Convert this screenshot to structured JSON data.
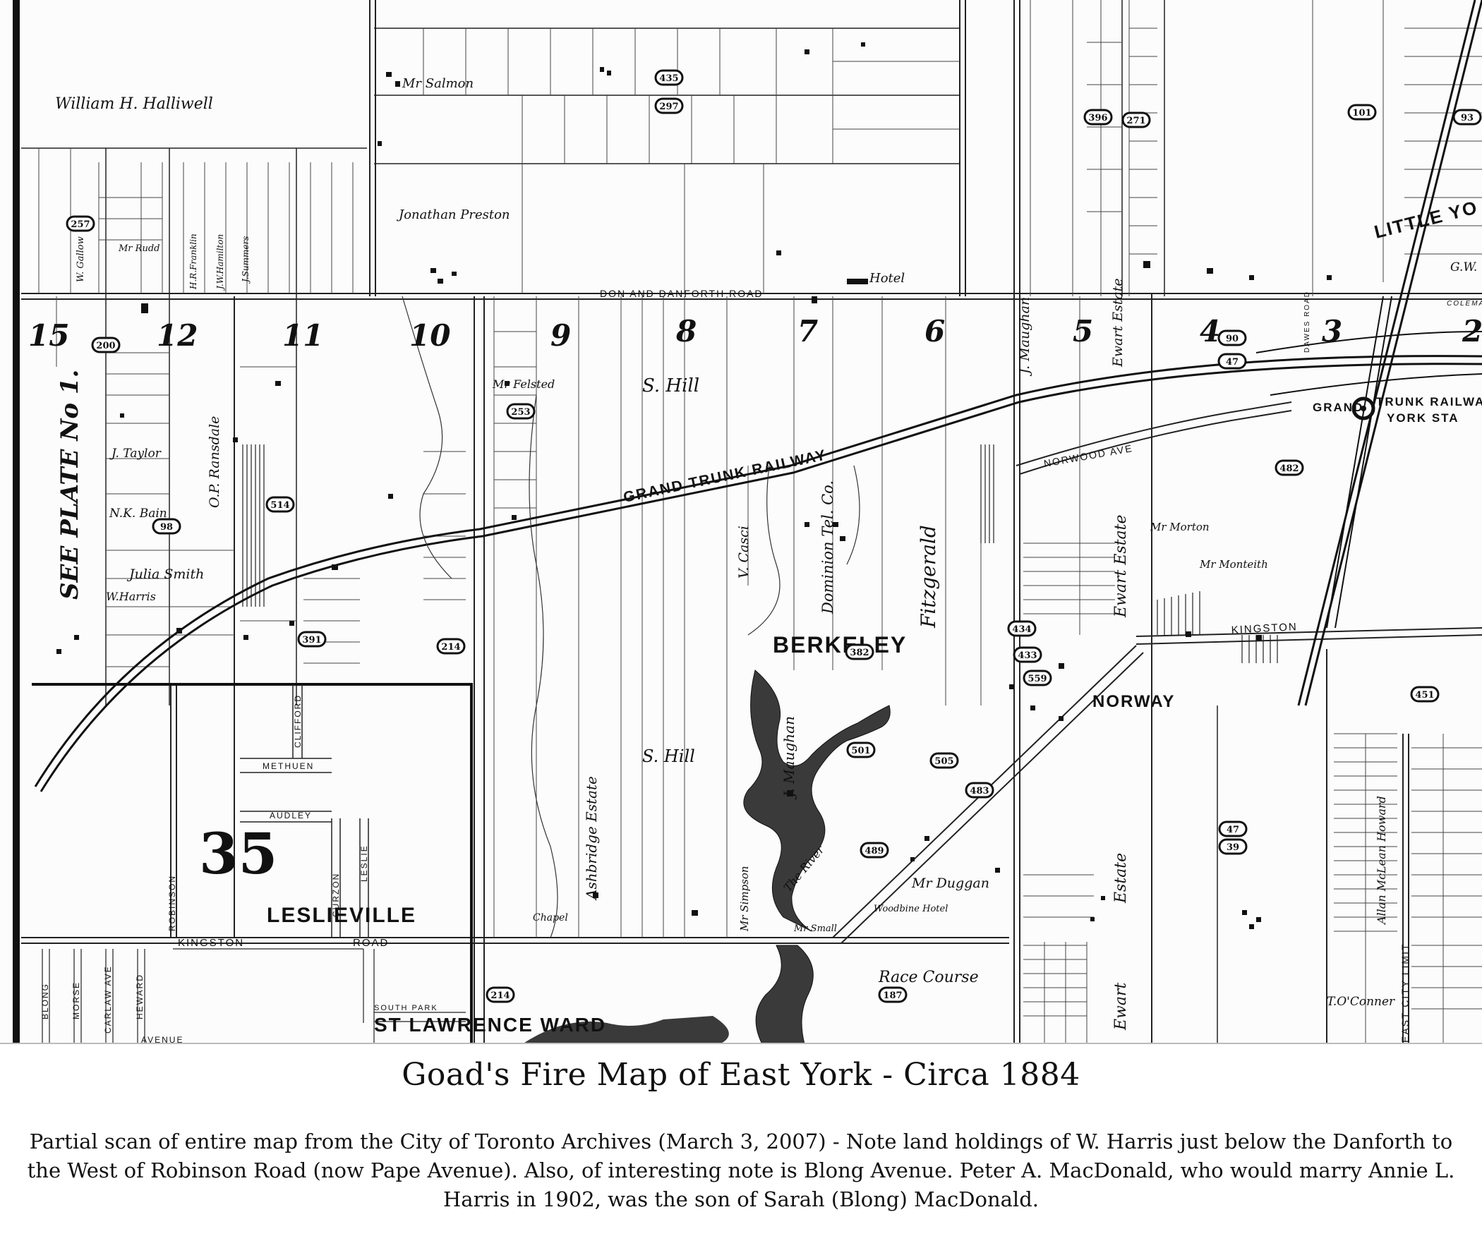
{
  "caption": {
    "title": "Goad's Fire Map of East York - Circa 1884",
    "description": "Partial scan of entire map from the City of Toronto Archives (March 3, 2007) - Note land holdings of W. Harris just below the Danforth to the West of Robinson Road (now Pape Avenue).  Also, of interesting note is Blong Avenue.  Peter A. MacDonald, who would marry Annie L. Harris in 1902, was the son of Sarah (Blong) MacDonald."
  },
  "map": {
    "plate_number": "35",
    "neighbourhoods": {
      "leslieville": "LESLIEVILLE",
      "berkeley": "BERKELEY",
      "norway": "NORWAY",
      "little_york": "LITTLE YO",
      "st_lawrence_ward": "ST  LAWRENCE  WARD",
      "see_plate": "SEE PLATE No 1."
    },
    "railway": {
      "name": "GRAND TRUNK RAILWAY",
      "station_1": "GRAND",
      "station_2": "TRUNK RAILWA",
      "station_3": "YORK STA"
    },
    "roads": {
      "don_danforth": "DON AND DANFORTH ROAD",
      "kingston_west": "KINGSTON",
      "kingston_road": "ROAD",
      "kingston_east": "KINGSTON",
      "norwood": "NORWOOD AVE",
      "south_park": "SOUTH PARK",
      "methuen": "METHUEN",
      "audley": "AUDLEY",
      "clifford": "CLIFFORD",
      "curzon": "CURZON",
      "leslie": "LESLIE",
      "robinson": "ROBINSON",
      "blong": "BLONG",
      "morse": "MORSE",
      "carlaw": "CARLAW AVE",
      "heward": "HEWARD",
      "city_limit": "EAST CITY LIMIT",
      "avenue_bottom": "AVENUE",
      "rdaws": "DAWES ROAD"
    },
    "owners": {
      "halliwell": "William H. Halliwell",
      "salmon": "Mr Salmon",
      "preston": "Jonathan Preston",
      "hotel": "Hotel",
      "ransdale": "O.P. Ransdale",
      "taylor": "J. Taylor",
      "bain": "N.K. Bain",
      "julia_smith": "Julia Smith",
      "wharris": "W.Harris",
      "felsted": "Mr Felsted",
      "shill_1": "S. Hill",
      "shill_2": "S. Hill",
      "maughan_1": "J. Maughan",
      "maughan_2": "J. Maughan",
      "ewart_1": "Ewart Estate",
      "ewart_2": "Ewart Estate",
      "ewart_3": "Estate",
      "ewart_4": "Ewart",
      "casci": "V. Casci",
      "dominion": "Dominion Tel. Co.",
      "fitzgerald": "Fitzgerald",
      "ashbridge": "Ashbridge Estate",
      "chapel": "Chapel",
      "mcduggan": "Mr Duggan",
      "woodbine": "Woodbine Hotel",
      "simpson": "Mr Simpson",
      "small": "Mr Small",
      "race_course": "Race Course",
      "oconner": "T.O'Conner",
      "allan_howard": "Allan McLean Howard",
      "morton": "Mr Morton",
      "monteith": "Mr Monteith",
      "gallow": "W. Gallow",
      "rudd": "Mr Rudd",
      "franklin": "H.R.Franklin",
      "hamilton": "J.W.Hamilton",
      "summers": "J.Summers",
      "gw": "G.W.",
      "coleman": "COLEMAN CORN",
      "river": "The River"
    },
    "block_numbers": [
      "15",
      "12",
      "11",
      "10",
      "9",
      "8",
      "7",
      "6",
      "5",
      "4",
      "3",
      "2"
    ],
    "badges": [
      "257",
      "200",
      "514",
      "391",
      "214",
      "253",
      "98",
      "297",
      "435",
      "396",
      "271",
      "101",
      "93",
      "90",
      "47",
      "482",
      "434",
      "433",
      "559",
      "382",
      "501",
      "505",
      "483",
      "489",
      "47",
      "39",
      "451",
      "187",
      "214"
    ]
  }
}
